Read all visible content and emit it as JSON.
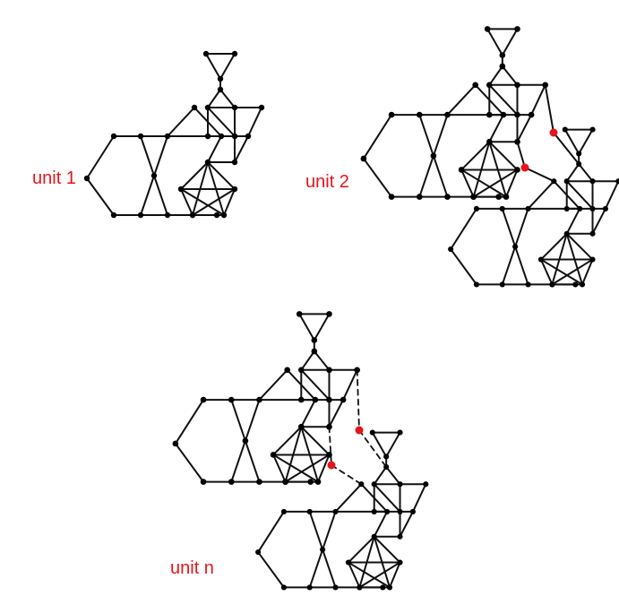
{
  "labels": {
    "unit1": "unit 1",
    "unit2": "unit 2",
    "unitn": "unit n"
  },
  "colors": {
    "edge": "#111111",
    "node": "#000000",
    "accent": "#e8141b",
    "background": "#ffffff"
  },
  "diagram": {
    "units": [
      {
        "id": "unit1",
        "label_key": "unit1"
      },
      {
        "id": "unit2a",
        "label_key": "unit2"
      },
      {
        "id": "unit2b"
      },
      {
        "id": "unitna",
        "label_key": "unitn"
      },
      {
        "id": "unitnb"
      }
    ],
    "connectors": [
      {
        "between": [
          "unit2a",
          "unit2b"
        ],
        "style": "solid",
        "red_nodes": 2
      },
      {
        "between": [
          "unitna",
          "unitnb"
        ],
        "style": "dashed",
        "red_nodes": 2
      }
    ]
  }
}
